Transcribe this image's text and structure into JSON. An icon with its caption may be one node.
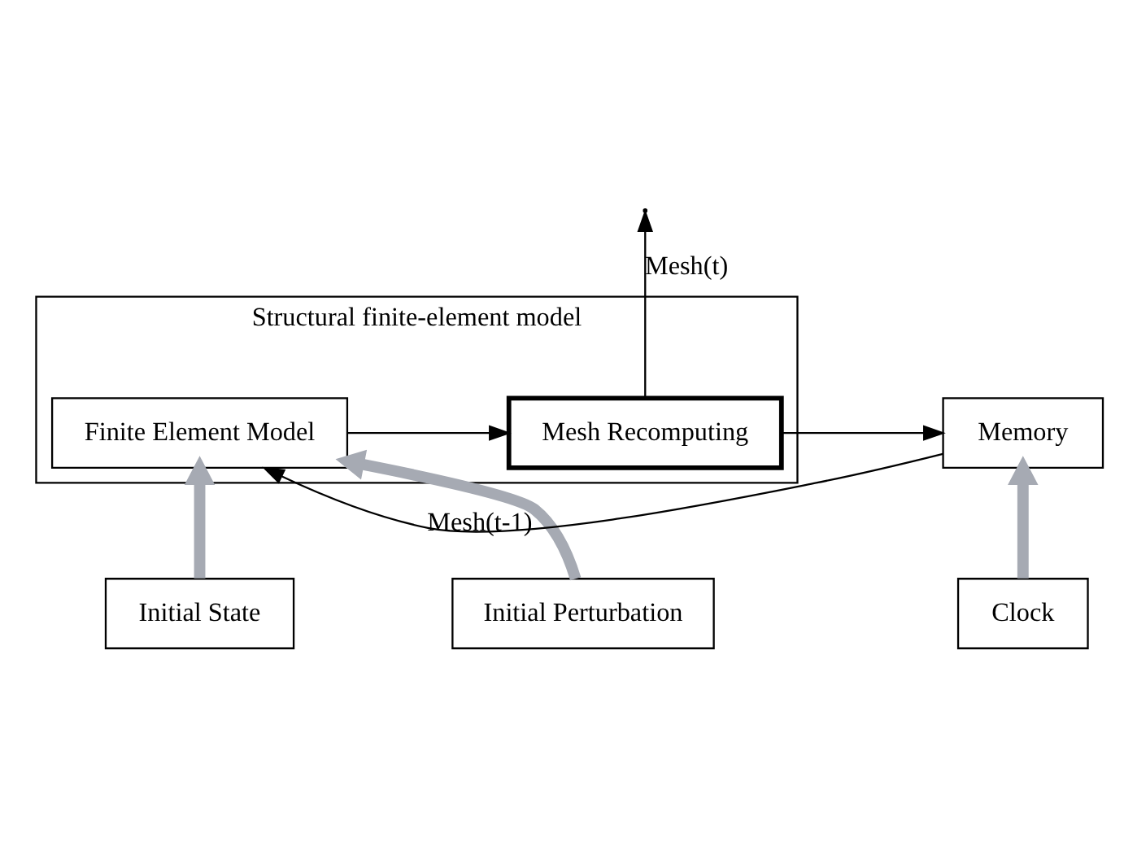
{
  "diagram": {
    "nodes": [
      {
        "text": [
          "Structural finite-element model"
        ]
      },
      {
        "text": [
          "Finite Element Model"
        ],
        "in": 0
      },
      {
        "text": [
          "Mesh Recomputing"
        ],
        "in": 0
      },
      {
        "text": [
          "Initial State"
        ]
      },
      {
        "text": [
          "Initial Perturbation"
        ]
      },
      {
        "text": [
          "Memory"
        ]
      },
      {
        "text": [
          "Clock"
        ]
      }
    ],
    "edges": [
      {
        "from": 5,
        "to": 1,
        "arrow": "to",
        "label": "Mesh(t-1)"
      },
      {
        "from": 1,
        "to": 2,
        "arrow": "to"
      },
      {
        "from": 2,
        "to": null,
        "arrow": "to",
        "label": "Mesh(t)"
      },
      {
        "from": 2,
        "to": 5,
        "arrow": "to"
      },
      {
        "from": 3,
        "to": 1,
        "arrow": "to",
        "style": "thick",
        "color": "#a6aab3"
      },
      {
        "from": 4,
        "to": 1,
        "arrow": "to",
        "style": "thick",
        "color": "#a6aab3"
      },
      {
        "from": 6,
        "to": 5,
        "arrow": "to",
        "style": "thick",
        "color": "#a6aab3"
      }
    ]
  }
}
